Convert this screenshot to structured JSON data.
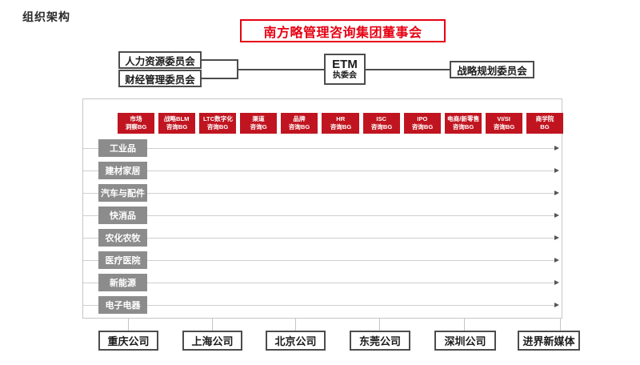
{
  "page": {
    "heading": "组织架构"
  },
  "org": {
    "board_title": "南方略管理咨询集团董事会",
    "committees_left": [
      {
        "label": "人力资源委员会"
      },
      {
        "label": "财经管理委员会"
      }
    ],
    "executive": {
      "line1": "ETM",
      "line2": "执委会"
    },
    "committee_right": "战略规划委员会",
    "bg_columns": [
      {
        "line1": "市场",
        "line2": "洞察BG"
      },
      {
        "line1": "战略BLM",
        "line2": "咨询BG"
      },
      {
        "line1": "LTC数字化",
        "line2": "咨询BG"
      },
      {
        "line1": "渠道",
        "line2": "咨询G"
      },
      {
        "line1": "品牌",
        "line2": "咨询BG"
      },
      {
        "line1": "HR",
        "line2": "咨询BG"
      },
      {
        "line1": "ISC",
        "line2": "咨询BG"
      },
      {
        "line1": "IPO",
        "line2": "咨询BG"
      },
      {
        "line1": "电商/新零售",
        "line2": "咨询BG"
      },
      {
        "line1": "VI/SI",
        "line2": "咨询BG"
      },
      {
        "line1": "商学院",
        "line2": "BG"
      }
    ],
    "industry_rows": [
      {
        "label": "工业品"
      },
      {
        "label": "建材家居"
      },
      {
        "label": "汽车与配件"
      },
      {
        "label": "快消品"
      },
      {
        "label": "农化农牧"
      },
      {
        "label": "医疗医院"
      },
      {
        "label": "新能源"
      },
      {
        "label": "电子电器"
      }
    ],
    "subsidiaries": [
      {
        "label": "重庆公司"
      },
      {
        "label": "上海公司"
      },
      {
        "label": "北京公司"
      },
      {
        "label": "东莞公司"
      },
      {
        "label": "深圳公司"
      },
      {
        "label": "进界新媒体"
      }
    ]
  },
  "colors": {
    "bg_red": "#c01520",
    "title_red": "#e60012",
    "row_gray": "#8c8c8c",
    "dark_line": "#4d4d4d",
    "light_line": "#c6c6c6"
  }
}
